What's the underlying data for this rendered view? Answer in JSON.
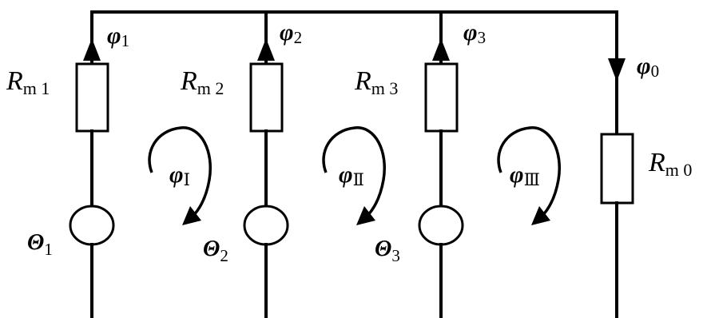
{
  "branches": [
    {
      "flux_symbol": "φ",
      "flux_sub": "1",
      "resistance_symbol": "R",
      "resistance_sub": "m 1",
      "mmf_symbol": "Θ",
      "mmf_sub": "1"
    },
    {
      "flux_symbol": "φ",
      "flux_sub": "2",
      "resistance_symbol": "R",
      "resistance_sub": "m 2",
      "mmf_symbol": "Θ",
      "mmf_sub": "2"
    },
    {
      "flux_symbol": "φ",
      "flux_sub": "3",
      "resistance_symbol": "R",
      "resistance_sub": "m 3",
      "mmf_symbol": "Θ",
      "mmf_sub": "3"
    },
    {
      "flux_symbol": "φ",
      "flux_sub": "0",
      "resistance_symbol": "R",
      "resistance_sub": "m 0"
    }
  ],
  "loops": [
    {
      "symbol": "φ",
      "sub": "Ⅰ"
    },
    {
      "symbol": "φ",
      "sub": "Ⅱ"
    },
    {
      "symbol": "φ",
      "sub": "Ⅲ"
    }
  ]
}
